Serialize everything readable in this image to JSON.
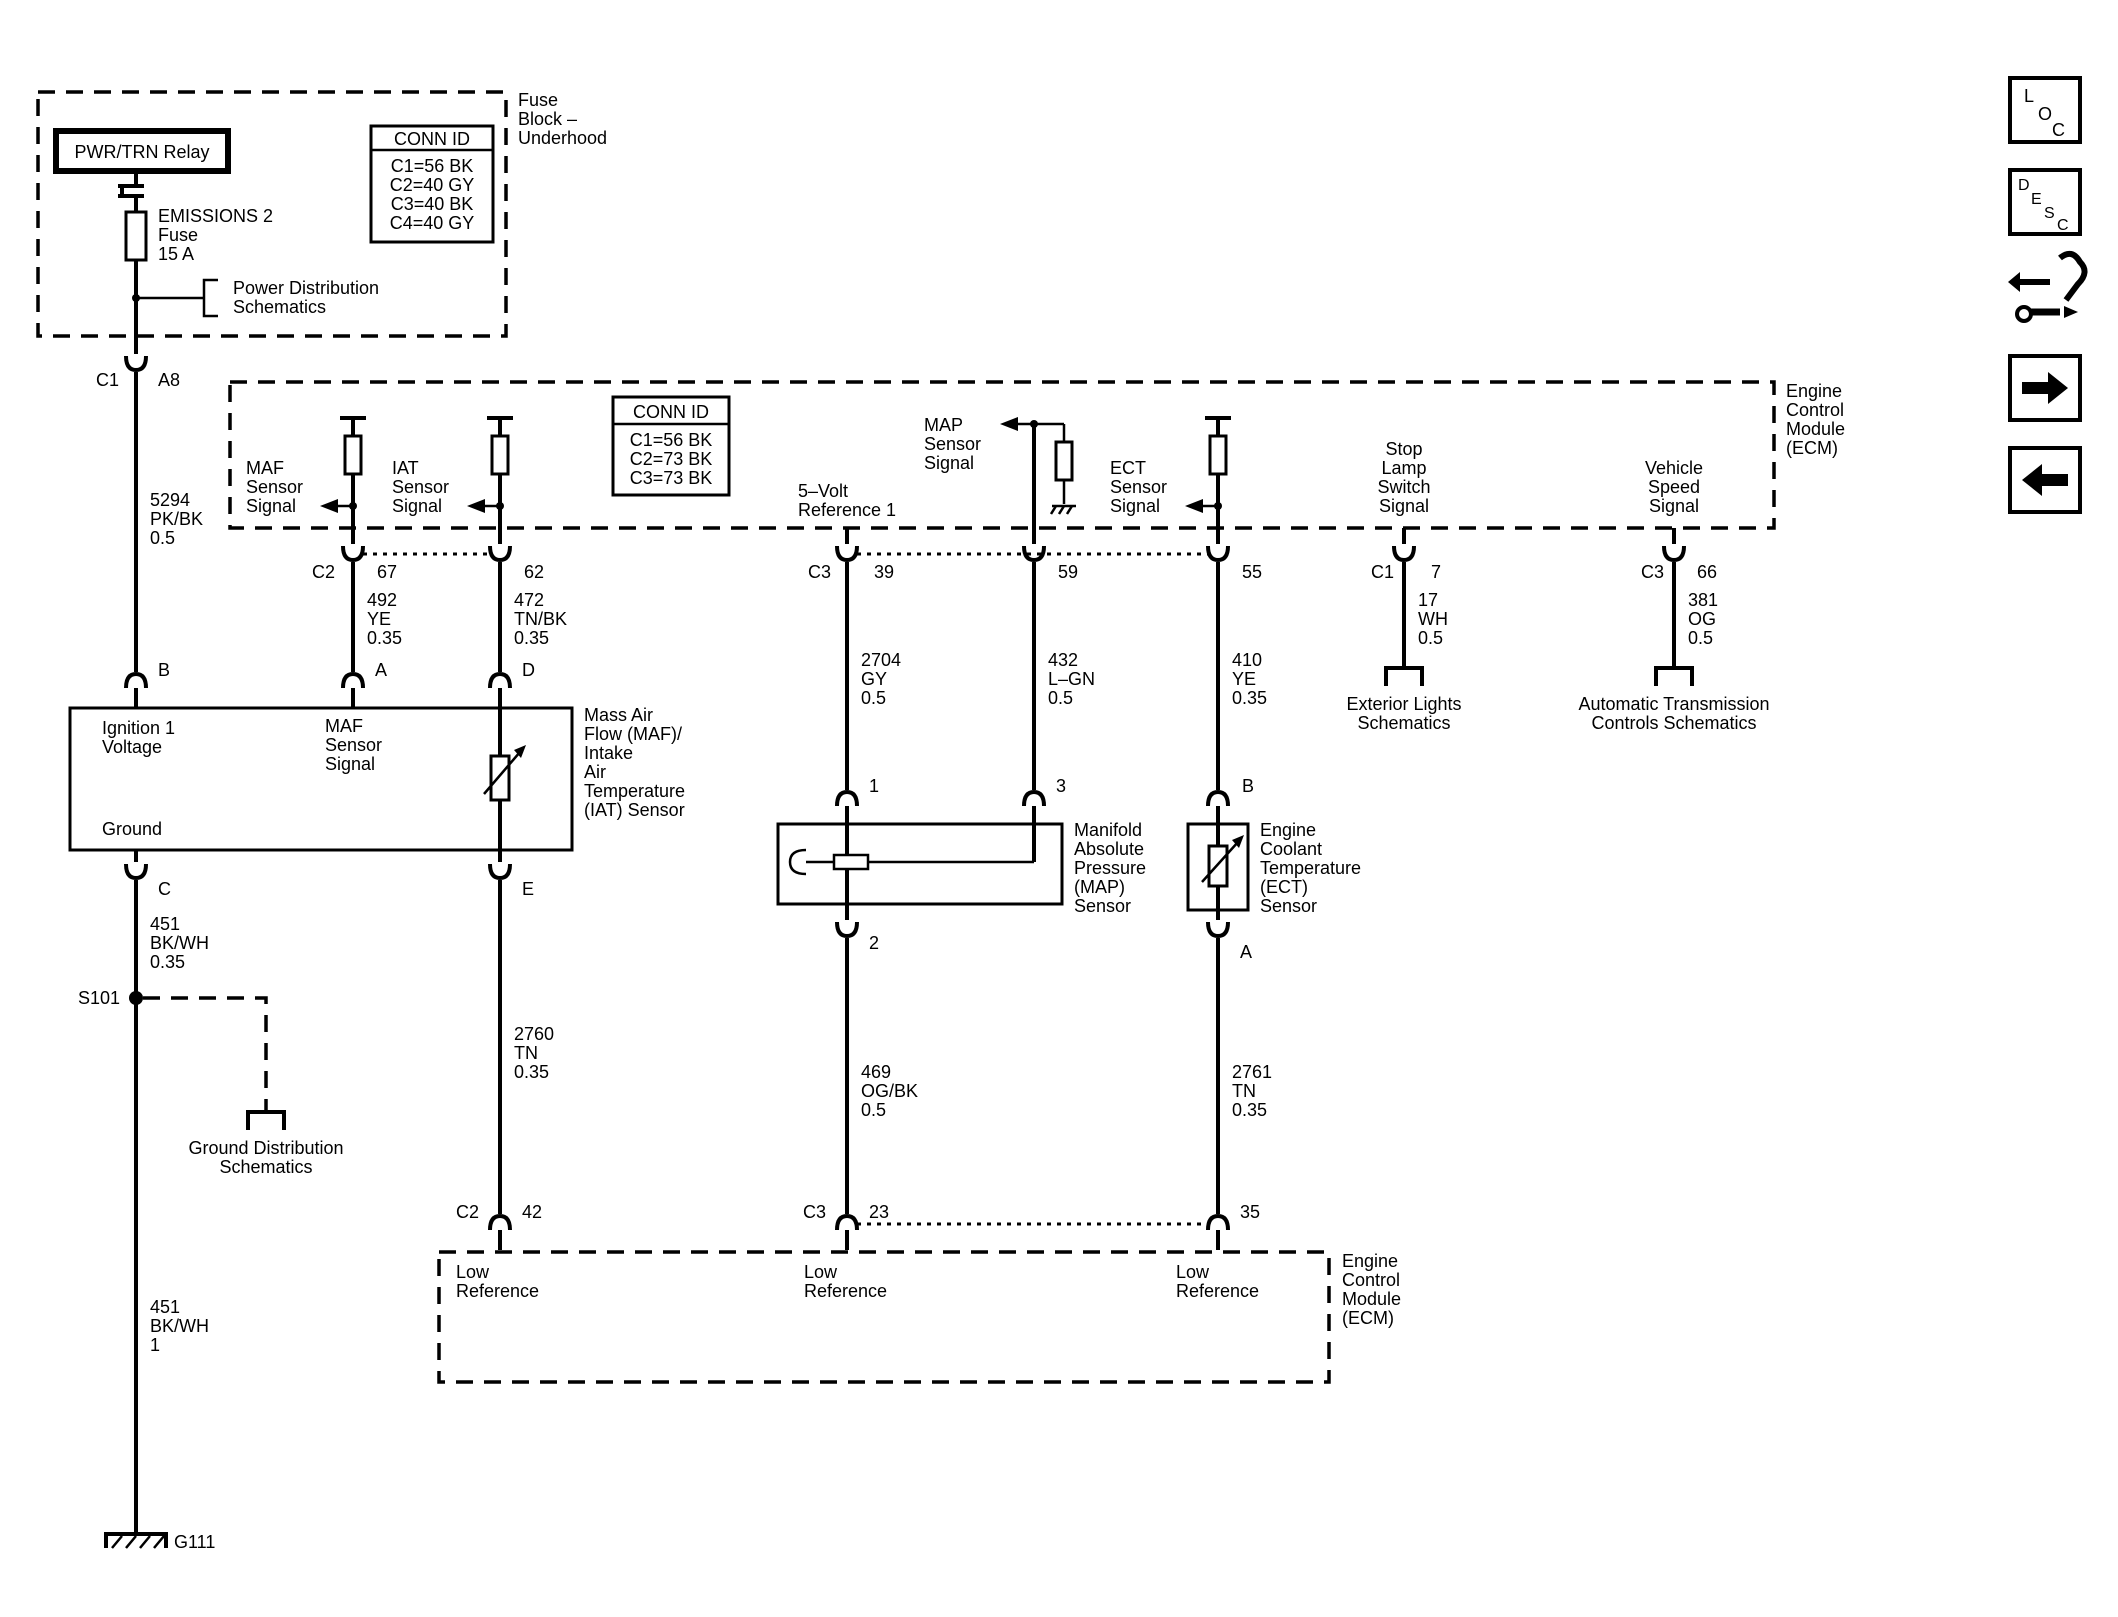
{
  "fuse_block": {
    "title_lines": [
      "Fuse",
      "Block –",
      "Underhood"
    ],
    "relay_label": "PWR/TRN Relay",
    "conn_id": {
      "title": "CONN ID",
      "lines": [
        "C1=56 BK",
        "C2=40 GY",
        "C3=40 BK",
        "C4=40 GY"
      ]
    },
    "fuse_label_lines": [
      "EMISSIONS 2",
      "Fuse",
      "15 A"
    ],
    "power_dist_lines": [
      "Power Distribution",
      "Schematics"
    ]
  },
  "fuse_connector": {
    "conn": "C1",
    "pin": "A8"
  },
  "ecm_top": {
    "title_lines": [
      "Engine",
      "Control",
      "Module",
      "(ECM)"
    ],
    "conn_id": {
      "title": "CONN ID",
      "lines": [
        "C1=56 BK",
        "C2=73 BK",
        "C3=73 BK"
      ]
    },
    "maf_signal_lines": [
      "MAF",
      "Sensor",
      "Signal"
    ],
    "iat_signal_lines": [
      "IAT",
      "Sensor",
      "Signal"
    ],
    "five_volt_lines": [
      "5–Volt",
      "Reference 1"
    ],
    "map_signal_lines": [
      "MAP",
      "Sensor",
      "Signal"
    ],
    "ect_signal_lines": [
      "ECT",
      "Sensor",
      "Signal"
    ],
    "stop_lamp_lines": [
      "Stop",
      "Lamp",
      "Switch",
      "Signal"
    ],
    "vss_lines": [
      "Vehicle",
      "Speed",
      "Signal"
    ]
  },
  "pins_top": {
    "c2_label": "C2",
    "maf_pin": "67",
    "iat_pin": "62",
    "c3_label": "C3",
    "five_v_pin": "39",
    "map_pin": "59",
    "ect_pin": "55",
    "c1_label": "C1",
    "stop_pin": "7",
    "c3b_label": "C3",
    "vss_pin": "66"
  },
  "wires": {
    "pwr": [
      "5294",
      "PK/BK",
      "0.5"
    ],
    "maf": [
      "492",
      "YE",
      "0.35"
    ],
    "iat": [
      "472",
      "TN/BK",
      "0.35"
    ],
    "ref5v": [
      "2704",
      "GY",
      "0.5"
    ],
    "map": [
      "432",
      "L–GN",
      "0.5"
    ],
    "ect": [
      "410",
      "YE",
      "0.35"
    ],
    "stop": [
      "17",
      "WH",
      "0.5"
    ],
    "vss": [
      "381",
      "OG",
      "0.5"
    ],
    "gnd_sensor": [
      "451",
      "BK/WH",
      "0.35"
    ],
    "iat_low": [
      "2760",
      "TN",
      "0.35"
    ],
    "map_low": [
      "469",
      "OG/BK",
      "0.5"
    ],
    "ect_low": [
      "2761",
      "TN",
      "0.35"
    ],
    "gnd_main": [
      "451",
      "BK/WH",
      "1"
    ]
  },
  "stop_lamp_dest_lines": [
    "Exterior Lights",
    "Schematics"
  ],
  "vss_dest_lines": [
    "Automatic Transmission",
    "Controls Schematics"
  ],
  "maf_sensor": {
    "pins": {
      "b": "B",
      "a": "A",
      "d": "D",
      "c": "C",
      "e": "E"
    },
    "ign_lines": [
      "Ignition 1",
      "Voltage"
    ],
    "sig_lines": [
      "MAF",
      "Sensor",
      "Signal"
    ],
    "ground_label": "Ground",
    "name_lines": [
      "Mass Air",
      "Flow (MAF)/",
      "Intake",
      "Air",
      "Temperature",
      "(IAT) Sensor"
    ]
  },
  "map_sensor": {
    "pins": {
      "p1": "1",
      "p3": "3",
      "p2": "2"
    },
    "name_lines": [
      "Manifold",
      "Absolute",
      "Pressure",
      "(MAP)",
      "Sensor"
    ]
  },
  "ect_sensor": {
    "pins": {
      "b": "B",
      "a": "A"
    },
    "name_lines": [
      "Engine",
      "Coolant",
      "Temperature",
      "(ECT)",
      "Sensor"
    ]
  },
  "splice": {
    "label": "S101"
  },
  "ground_dist_lines": [
    "Ground Distribution",
    "Schematics"
  ],
  "ground_label": "G111",
  "pins_bottom": {
    "c2_label": "C2",
    "iat_low_pin": "42",
    "c3_label": "C3",
    "map_low_pin": "23",
    "ect_low_pin": "35"
  },
  "ecm_bottom": {
    "title_lines": [
      "Engine",
      "Control",
      "Module",
      "(ECM)"
    ],
    "low_ref_lines": [
      "Low",
      "Reference"
    ]
  },
  "nav_icons": {
    "loc": {
      "l1": "L",
      "l2": "O",
      "l3": "C"
    },
    "desc": {
      "l1": "D",
      "l2": "E",
      "l3": "S",
      "l4": "C"
    }
  }
}
